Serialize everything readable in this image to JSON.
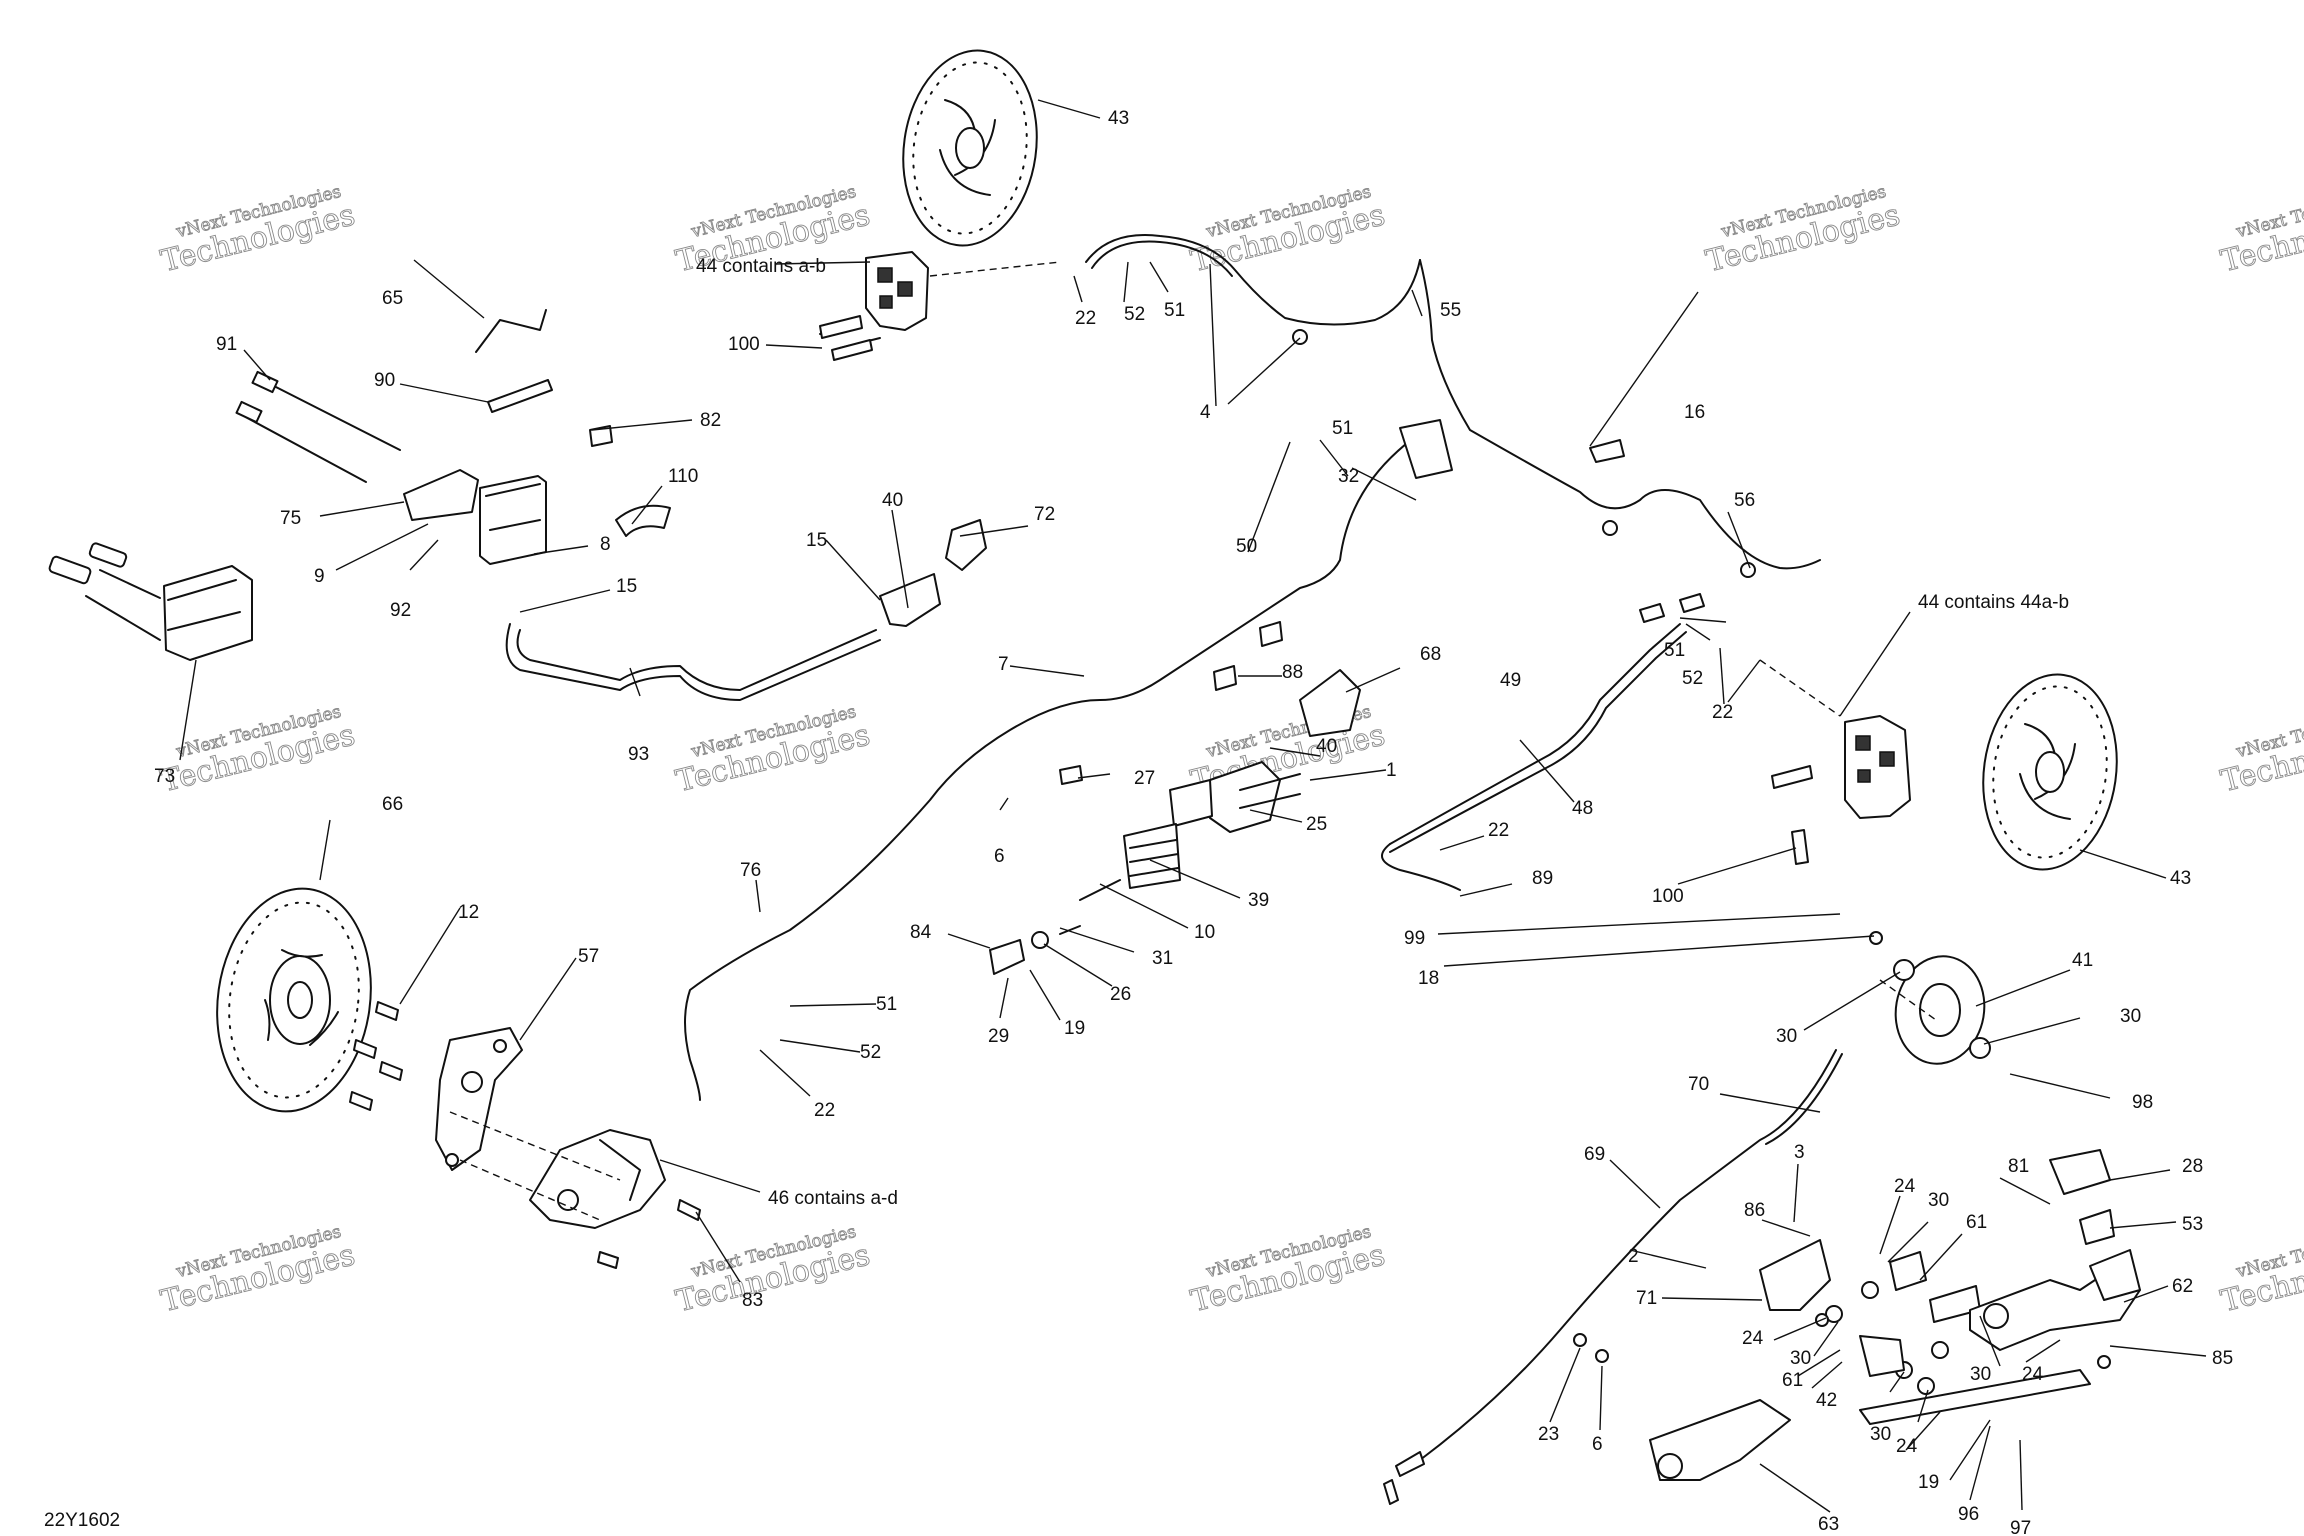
{
  "diagram": {
    "code": "22Y1602",
    "watermark": {
      "line1": "vNext Technologies",
      "line2": "Technologies"
    },
    "callouts": {
      "c43a": "43",
      "c44a": "44 contains a-b",
      "c100a": "100",
      "c22a": "22",
      "c52a": "52",
      "c51a": "51",
      "c4": "4",
      "c55": "55",
      "c65": "65",
      "c91": "91",
      "c90": "90",
      "c82": "82",
      "c110": "110",
      "c75": "75",
      "c9": "9",
      "c92": "92",
      "c8": "8",
      "c15a": "15",
      "c15b": "15",
      "c40a": "40",
      "c72": "72",
      "c73": "73",
      "c93": "93",
      "c51b": "51",
      "c32": "32",
      "c16": "16",
      "c56": "56",
      "c50": "50",
      "c44b": "44 contains 44a-b",
      "c7": "7",
      "c88": "88",
      "c68": "68",
      "c49": "49",
      "c51c": "51",
      "c52b": "52",
      "c22b": "22",
      "c40b": "40",
      "c1": "1",
      "c27": "27",
      "c6a": "6",
      "c25": "25",
      "c48": "48",
      "c22c": "22",
      "c89": "89",
      "c43b": "43",
      "c100b": "100",
      "c66": "66",
      "c76": "76",
      "c39": "39",
      "c10": "10",
      "c84": "84",
      "c31": "31",
      "c12": "12",
      "c57": "57",
      "c26": "26",
      "c29": "29",
      "c19a": "19",
      "c51d": "51",
      "c52c": "52",
      "c22d": "22",
      "c46": "46 contains a-d",
      "c83": "83",
      "c99": "99",
      "c18": "18",
      "c41": "41",
      "c30a": "30",
      "c30b": "30",
      "c98": "98",
      "c70": "70",
      "c69": "69",
      "c3": "3",
      "c24a": "24",
      "c30c": "30",
      "c61a": "61",
      "c81": "81",
      "c28": "28",
      "c53": "53",
      "c86": "86",
      "c2": "2",
      "c71": "71",
      "c62": "62",
      "c24b": "24",
      "c30d": "30",
      "c85": "85",
      "c61b": "61",
      "c42": "42",
      "c30e": "30",
      "c24c": "24",
      "c30f": "30",
      "c24d": "24",
      "c23": "23",
      "c6b": "6",
      "c19b": "19",
      "c96": "96",
      "c97": "97",
      "c63": "63"
    }
  }
}
